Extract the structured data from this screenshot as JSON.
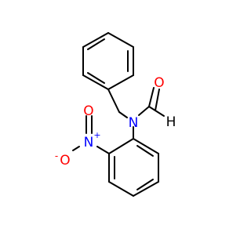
{
  "molecule": {
    "atoms": {
      "nitrogen_amide": "N",
      "oxygen_carbonyl": "O",
      "hydrogen_formyl": "H",
      "nitrogen_nitro": "N",
      "nitro_n_charge": "+",
      "oxygen_nitro_single": "O",
      "oxygen_nitro_charge": "-",
      "oxygen_nitro_double": "O"
    },
    "colors": {
      "bond": "#000000",
      "nitrogen": "#0000ff",
      "oxygen": "#ff0000",
      "carbon_hydrogen": "#000000"
    }
  }
}
